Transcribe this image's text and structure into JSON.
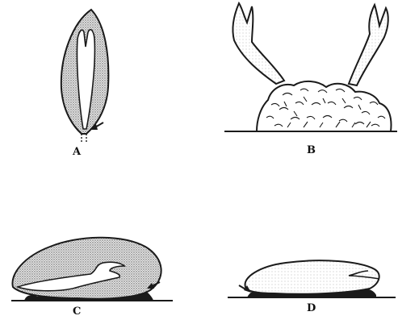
{
  "panels": [
    {
      "label": "A"
    },
    {
      "label": "B"
    },
    {
      "label": "C"
    },
    {
      "label": "D"
    }
  ],
  "colors": {
    "ink": "#1a1a1a",
    "stipple": "#9a9a9a",
    "light_stipple": "#cfcfcf",
    "paper": "#ffffff"
  }
}
